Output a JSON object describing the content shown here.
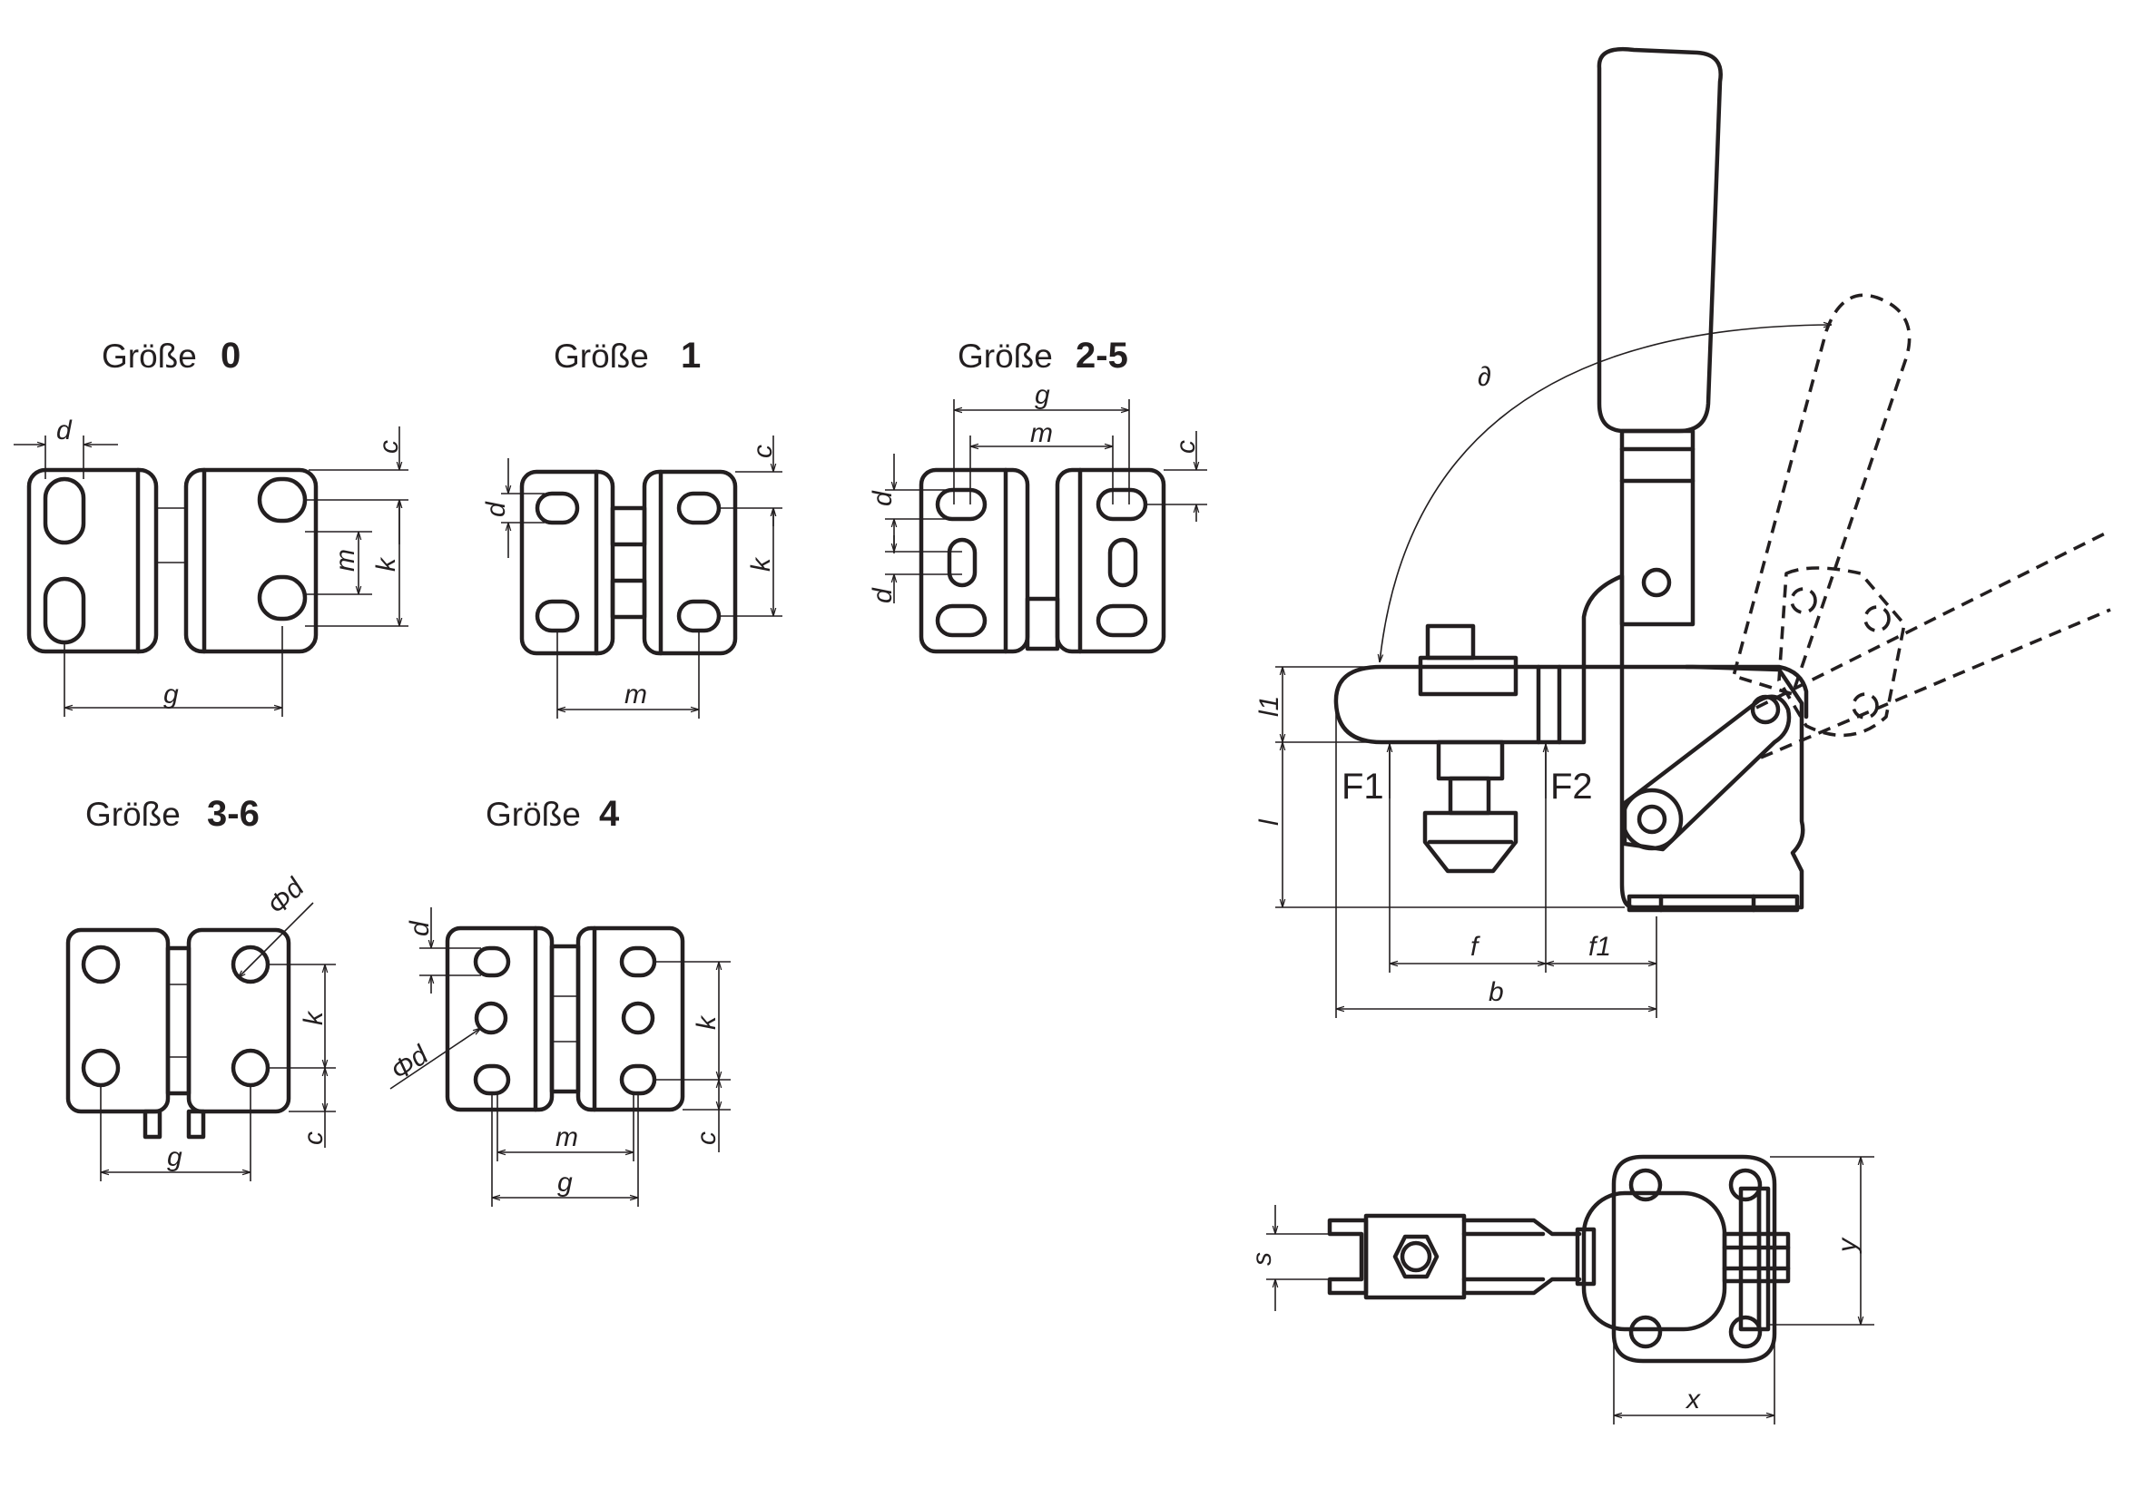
{
  "sizes": [
    {
      "word": "Größe",
      "number": "0"
    },
    {
      "word": "Größe",
      "number": "1"
    },
    {
      "word": "Größe",
      "number": "2-5"
    },
    {
      "word": "Größe",
      "number": "3-6"
    },
    {
      "word": "Größe",
      "number": "4"
    }
  ],
  "dims": {
    "d": "d",
    "c": "c",
    "m": "m",
    "k": "k",
    "g": "g",
    "phi_d": "Φd",
    "alpha": "∂",
    "l1": "l1",
    "l": "l",
    "f": "f",
    "f1": "f1",
    "b": "b",
    "s": "s",
    "x": "x",
    "y": "y"
  },
  "forces": {
    "f1": "F1",
    "f2": "F2"
  }
}
